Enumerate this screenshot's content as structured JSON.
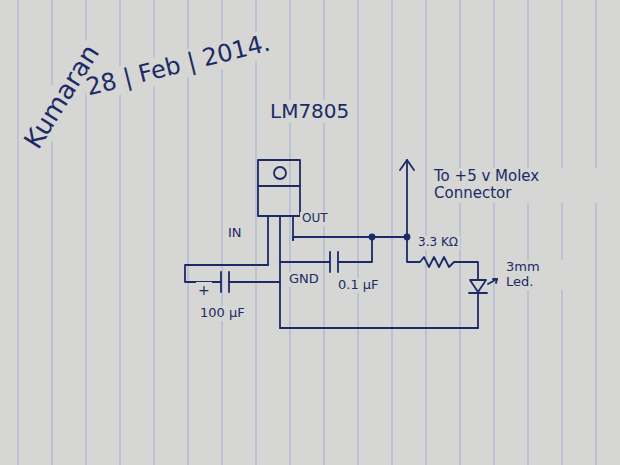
{
  "diagram": {
    "labels": [
      "Kumaran",
      "28 | Feb | 2014.",
      "LM7805",
      "IN",
      "OUT",
      "GND",
      "0.1 μF",
      "100 μF",
      "+",
      "3.3 KΩ",
      "3mm Led.",
      "To +5 v Molex Connector"
    ]
  }
}
